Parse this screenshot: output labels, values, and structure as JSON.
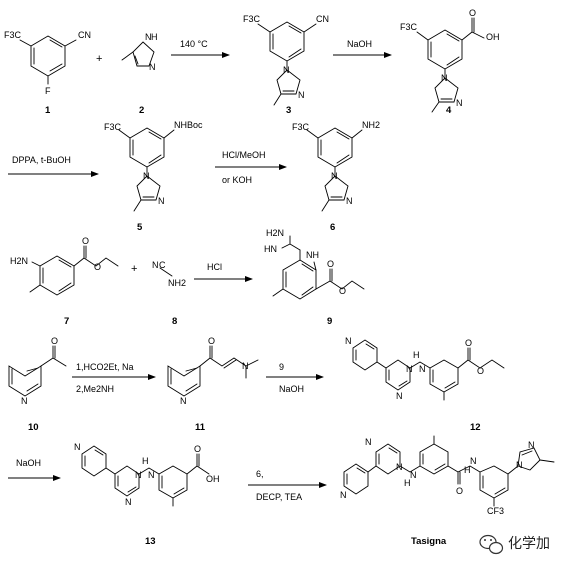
{
  "compounds": {
    "c1": {
      "number": "1",
      "labels": [
        "F3C",
        "CN",
        "F"
      ]
    },
    "c2": {
      "number": "2",
      "labels": [
        "N",
        "H",
        "N"
      ]
    },
    "c3": {
      "number": "3",
      "labels": [
        "F3C",
        "CN",
        "N",
        "N"
      ]
    },
    "c4": {
      "number": "4",
      "labels": [
        "F3C",
        "OH",
        "O",
        "N",
        "N"
      ]
    },
    "c5": {
      "number": "5",
      "labels": [
        "F3C",
        "NHBoc",
        "N",
        "N"
      ]
    },
    "c6": {
      "number": "6",
      "labels": [
        "F3C",
        "NH2",
        "N",
        "N"
      ]
    },
    "c7": {
      "number": "7",
      "labels": [
        "H2N",
        "O",
        "O"
      ]
    },
    "c8": {
      "number": "8",
      "labels": [
        "N",
        "C",
        "NH2"
      ]
    },
    "c9": {
      "number": "9",
      "labels": [
        "H2N",
        "HN",
        "NH",
        "O",
        "O"
      ]
    },
    "c10": {
      "number": "10",
      "labels": [
        "O",
        "N"
      ]
    },
    "c11": {
      "number": "11",
      "labels": [
        "O",
        "N",
        "N"
      ]
    },
    "c12": {
      "number": "12",
      "labels": [
        "N",
        "N",
        "N",
        "H",
        "N",
        "O",
        "O"
      ]
    },
    "c13": {
      "number": "13",
      "labels": [
        "N",
        "N",
        "N",
        "H",
        "N",
        "O",
        "OH"
      ]
    },
    "tasigna": {
      "number": "Tasigna",
      "labels": [
        "N",
        "N",
        "N",
        "H",
        "N",
        "O",
        "N",
        "H",
        "N",
        "N",
        "CF3"
      ]
    }
  },
  "plus_sign": "+",
  "conditions": {
    "r1": "140 °C",
    "r2": "NaOH",
    "r3": "DPPA, t-BuOH",
    "r4_top": "HCl/MeOH",
    "r4_bottom": "or KOH",
    "r5": "HCl",
    "r6_top": "1,HCO2Et, Na",
    "r6_bottom": "2,Me2NH",
    "r7_top": "9",
    "r7_bottom": "NaOH",
    "r8": "NaOH",
    "r9_top": "6,",
    "r9_bottom": "DECP, TEA"
  },
  "watermark": {
    "text": "化学加",
    "icon": "wechat-icon"
  }
}
